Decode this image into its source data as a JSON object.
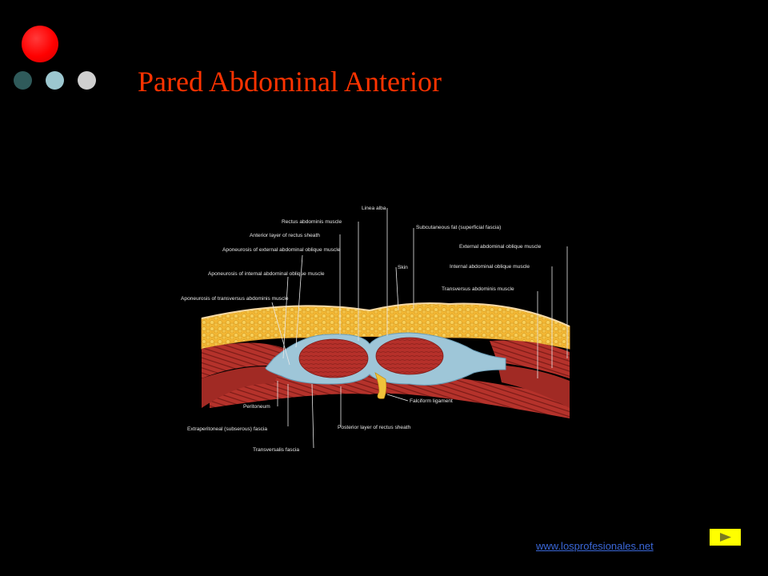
{
  "slide": {
    "title": "Pared Abdominal Anterior",
    "footer_link": "www.losprofesionales.net",
    "bullet_colors": [
      "#ff0000",
      "#2f5a5a",
      "#9cc7cf",
      "#cfcfcf"
    ],
    "title_color": "#ff3300"
  },
  "figure": {
    "labels": {
      "linea_alba": "Linea alba",
      "rectus_muscle": "Rectus abdominis muscle",
      "anterior_layer": "Anterior layer of rectus sheath",
      "subcutaneous": "Subcutaneous fat (superficial fascia)",
      "aponeurosis_external": "Aponeurosis of external abdominal oblique muscle",
      "skin": "Skin",
      "external_oblique": "External abdominal oblique muscle",
      "aponeurosis_internal": "Aponeurosis of internal abdominal oblique muscle",
      "internal_oblique": "Internal abdominal oblique muscle",
      "aponeurosis_transversus": "Aponeurosis of transversus abdominis muscle",
      "transversus": "Transversus abdominis muscle",
      "falciform": "Falciform ligament",
      "peritoneum": "Peritoneum",
      "extraperitoneal": "Extraperitoneal (subserous) fascia",
      "posterior_layer": "Posterior layer of rectus sheath",
      "transversalis": "Transversalis fascia"
    }
  },
  "controls": {
    "next_icon": "play-triangle-icon"
  }
}
